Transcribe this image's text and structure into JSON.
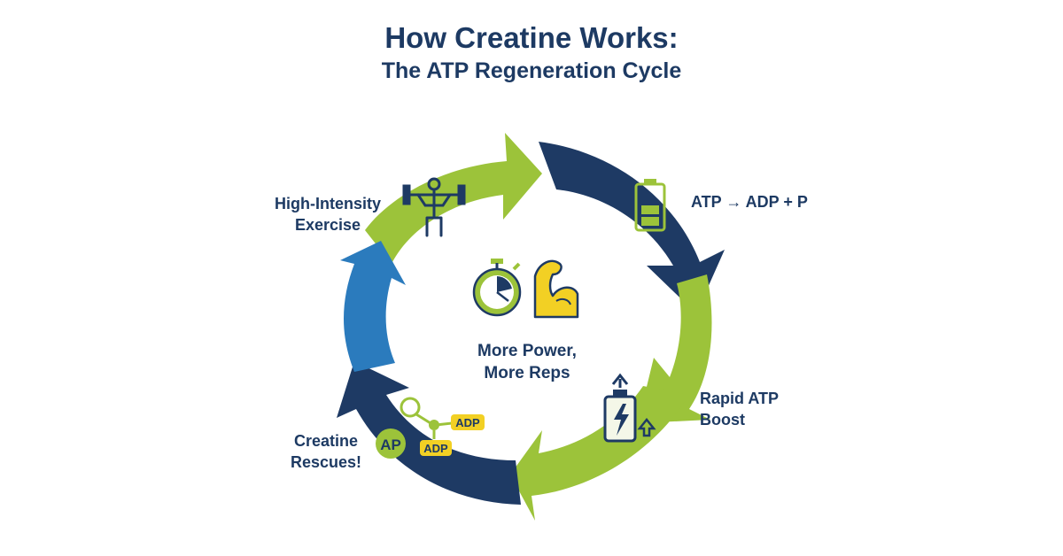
{
  "title": {
    "line1": "How Creatine Works:",
    "line2": "The ATP Regeneration Cycle"
  },
  "center": {
    "text": "More Power,\nMore Reps",
    "icons": [
      "stopwatch-icon",
      "flexed-arm-icon"
    ]
  },
  "steps": [
    {
      "label": "High-Intensity\nExercise",
      "icon": "weightlifter-icon"
    },
    {
      "label": "ATP → ADP + P",
      "icon": "low-battery-icon"
    },
    {
      "label": "Rapid ATP\nBoost",
      "icon": "charging-battery-icon"
    },
    {
      "label": "Creatine\nRescues!",
      "icon": "phosphate-transfer-icon",
      "tags": {
        "ap": "AP",
        "adp_top": "ADP",
        "adp_bottom": "ADP"
      }
    }
  ],
  "colors": {
    "title": "#1d3a63",
    "navy": "#1e3a64",
    "green": "#9cc33a",
    "blue": "#2b7bbd",
    "yellow": "#f2d024"
  }
}
